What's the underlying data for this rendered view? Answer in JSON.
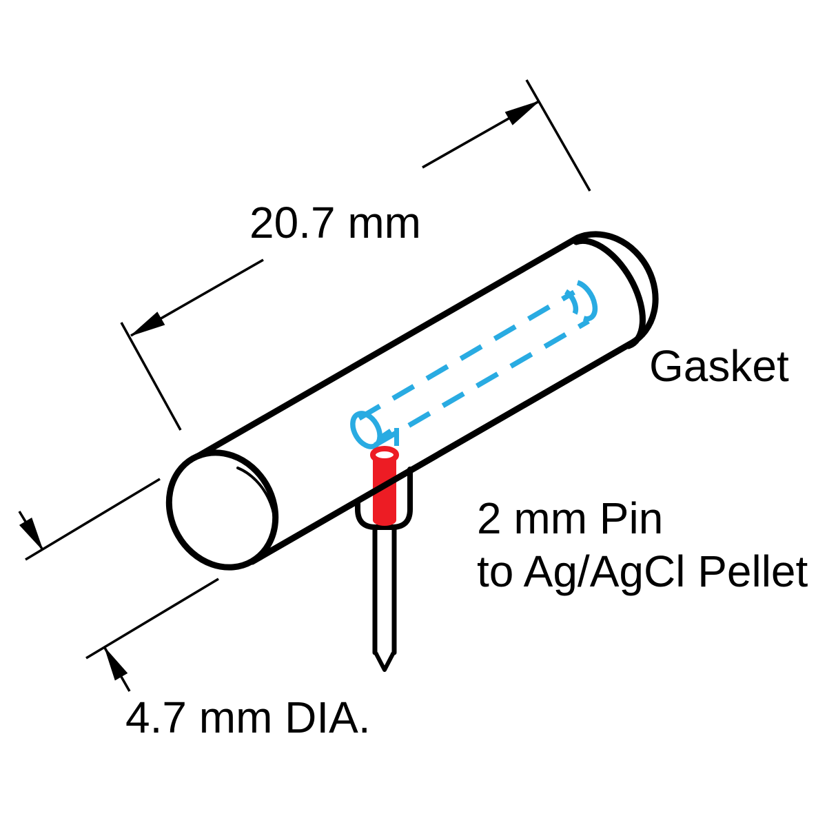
{
  "diagram": {
    "labels": {
      "length_dimension": "20.7 mm",
      "gasket": "Gasket",
      "pin_line1": "2 mm Pin",
      "pin_line2": "to Ag/AgCl Pellet",
      "diameter_dimension": "4.7 mm DIA."
    },
    "colors": {
      "outline": "#000000",
      "bore_blue": "#29ABE2",
      "pin_red": "#ED1C24",
      "background": "#FFFFFF"
    }
  }
}
